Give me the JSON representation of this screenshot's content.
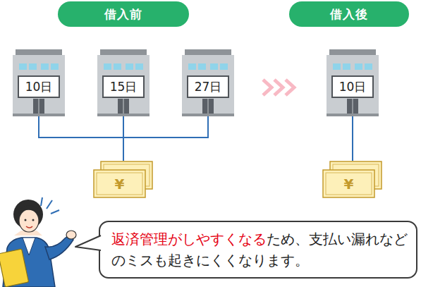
{
  "diagram": {
    "nodes": [
      {
        "text": [
          "借入前"
        ]
      },
      {
        "text": [
          "借入後"
        ]
      },
      {
        "text": [
          "10日"
        ]
      },
      {
        "text": [
          "15日"
        ]
      },
      {
        "text": [
          "27日"
        ]
      },
      {
        "text": [
          "10日"
        ]
      },
      {
        "text": [
          "¥"
        ]
      },
      {
        "text": [
          "¥"
        ]
      },
      {
        "text": [
          "返済管理がしやすくなる",
          "ため、支払い漏れなどのミスも起きにくくなります。"
        ]
      }
    ],
    "edges": [
      {
        "from": 2,
        "to": 6,
        "arrow": "none"
      },
      {
        "from": 3,
        "to": 6,
        "arrow": "none"
      },
      {
        "from": 4,
        "to": 6,
        "arrow": "none"
      },
      {
        "from": 5,
        "to": 7,
        "arrow": "none"
      }
    ]
  }
}
